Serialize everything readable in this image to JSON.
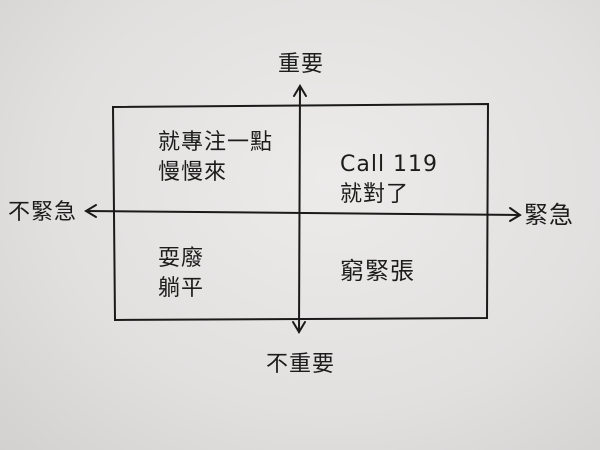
{
  "axes": {
    "top": "重要",
    "bottom": "不重要",
    "left": "不緊急",
    "right": "緊急"
  },
  "quadrants": {
    "important_not_urgent": [
      "就專注一點",
      "慢慢來"
    ],
    "important_urgent": [
      "Call 119",
      "就對了"
    ],
    "not_important_not_urgent": [
      "耍廢",
      "躺平"
    ],
    "not_important_urgent": [
      "窮緊張"
    ]
  }
}
